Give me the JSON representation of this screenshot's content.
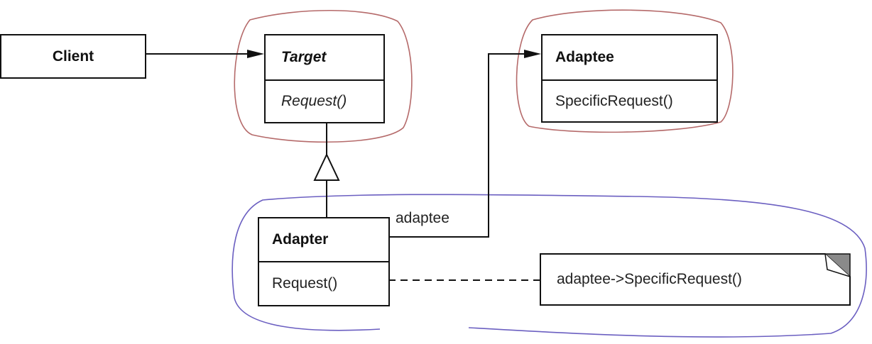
{
  "classes": {
    "client": {
      "name": "Client"
    },
    "target": {
      "name": "Target",
      "operation": "Request()"
    },
    "adaptee": {
      "name": "Adaptee",
      "operation": "SpecificRequest()"
    },
    "adapter": {
      "name": "Adapter",
      "operation": "Request()"
    }
  },
  "association_label": "adaptee",
  "note": {
    "text": "adaptee->SpecificRequest()"
  },
  "colors": {
    "line": "#111111",
    "highlight_red": "#b56a6a",
    "highlight_blue": "#6b5fc1",
    "note_corner": "#8a8a8a"
  }
}
